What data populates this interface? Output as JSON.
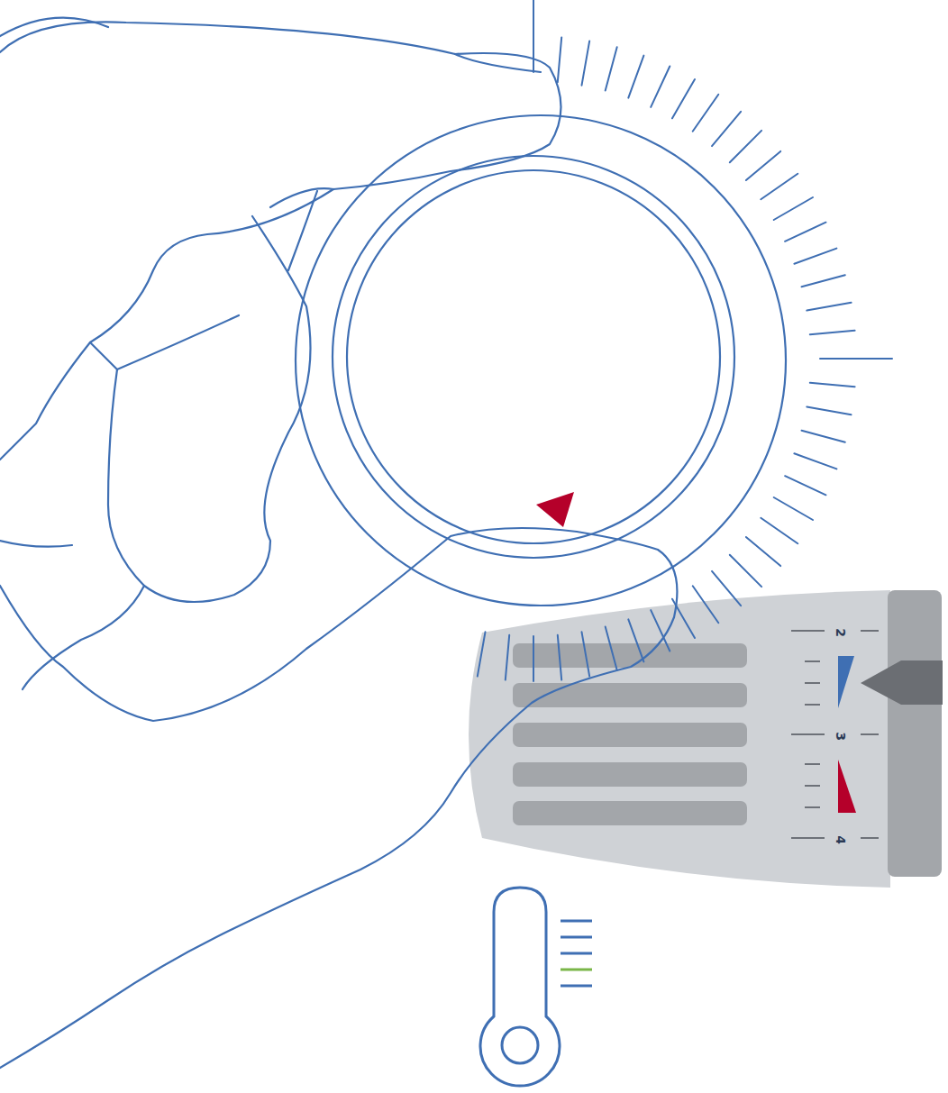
{
  "diagram": {
    "labels": [
      "2",
      "3",
      "4"
    ]
  }
}
